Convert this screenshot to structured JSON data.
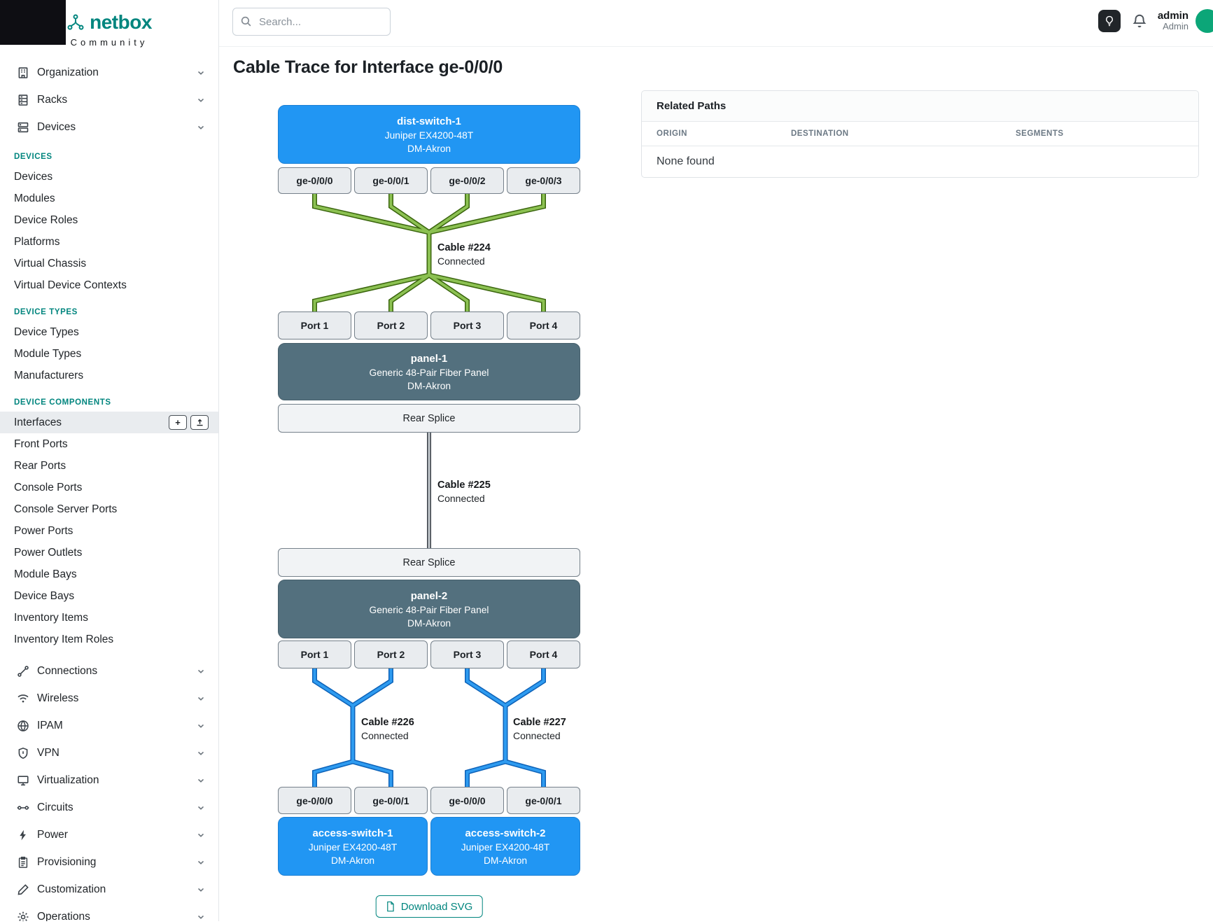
{
  "colors": {
    "accent_teal": "#00857e",
    "device_blue": "#2196f3",
    "panel_slate": "#53707e",
    "cable_green": "#8cc152",
    "cable_green_outer": "#3a650d",
    "cable_blue": "#2e9bf0",
    "cable_blue_outer": "#0d62b8",
    "cable_gray": "#c2c8cd",
    "cable_gray_outer": "#3b4148",
    "avatar_teal": "#0ca678"
  },
  "brand": {
    "name": "netbox",
    "tagline": "Community"
  },
  "topbar": {
    "search_placeholder": "Search...",
    "user_name": "admin",
    "user_role": "Admin"
  },
  "sidebar": {
    "add_button_glyph": "+",
    "groups_top": [
      {
        "label": "Organization"
      },
      {
        "label": "Racks"
      },
      {
        "label": "Devices"
      }
    ],
    "sections": [
      {
        "header": "Devices",
        "items": [
          "Devices",
          "Modules",
          "Device Roles",
          "Platforms",
          "Virtual Chassis",
          "Virtual Device Contexts"
        ]
      },
      {
        "header": "Device Types",
        "items": [
          "Device Types",
          "Module Types",
          "Manufacturers"
        ]
      },
      {
        "header": "Device Components",
        "items": [
          "Interfaces",
          "Front Ports",
          "Rear Ports",
          "Console Ports",
          "Console Server Ports",
          "Power Ports",
          "Power Outlets",
          "Module Bays",
          "Device Bays",
          "Inventory Items",
          "Inventory Item Roles"
        ]
      }
    ],
    "active_item": "Interfaces",
    "groups_bottom": [
      {
        "label": "Connections"
      },
      {
        "label": "Wireless"
      },
      {
        "label": "IPAM"
      },
      {
        "label": "VPN"
      },
      {
        "label": "Virtualization"
      },
      {
        "label": "Circuits"
      },
      {
        "label": "Power"
      },
      {
        "label": "Provisioning"
      },
      {
        "label": "Customization"
      },
      {
        "label": "Operations"
      }
    ]
  },
  "page": {
    "title": "Cable Trace for Interface ge-0/0/0"
  },
  "trace": {
    "devices": [
      {
        "name": "dist-switch-1",
        "model": "Juniper EX4200-48T",
        "site": "DM-Akron"
      },
      {
        "name": "panel-1",
        "model": "Generic 48-Pair Fiber Panel",
        "site": "DM-Akron"
      },
      {
        "name": "panel-2",
        "model": "Generic 48-Pair Fiber Panel",
        "site": "DM-Akron"
      },
      {
        "name": "access-switch-1",
        "model": "Juniper EX4200-48T",
        "site": "DM-Akron"
      },
      {
        "name": "access-switch-2",
        "model": "Juniper EX4200-48T",
        "site": "DM-Akron"
      }
    ],
    "top_interfaces": [
      "ge-0/0/0",
      "ge-0/0/1",
      "ge-0/0/2",
      "ge-0/0/3"
    ],
    "panel1_front_ports": [
      "Port 1",
      "Port 2",
      "Port 3",
      "Port 4"
    ],
    "panel1_rear_port": "Rear Splice",
    "panel2_rear_port": "Rear Splice",
    "panel2_front_ports": [
      "Port 1",
      "Port 2",
      "Port 3",
      "Port 4"
    ],
    "bottom_interfaces": [
      "ge-0/0/0",
      "ge-0/0/1",
      "ge-0/0/0",
      "ge-0/0/1"
    ],
    "cables": [
      {
        "id": "Cable #224",
        "status": "Connected"
      },
      {
        "id": "Cable #225",
        "status": "Connected"
      },
      {
        "id": "Cable #226",
        "status": "Connected"
      },
      {
        "id": "Cable #227",
        "status": "Connected"
      }
    ],
    "download_label": "Download SVG"
  },
  "related_paths": {
    "title": "Related Paths",
    "columns": [
      "Origin",
      "Destination",
      "Segments"
    ],
    "empty_text": "None found"
  }
}
